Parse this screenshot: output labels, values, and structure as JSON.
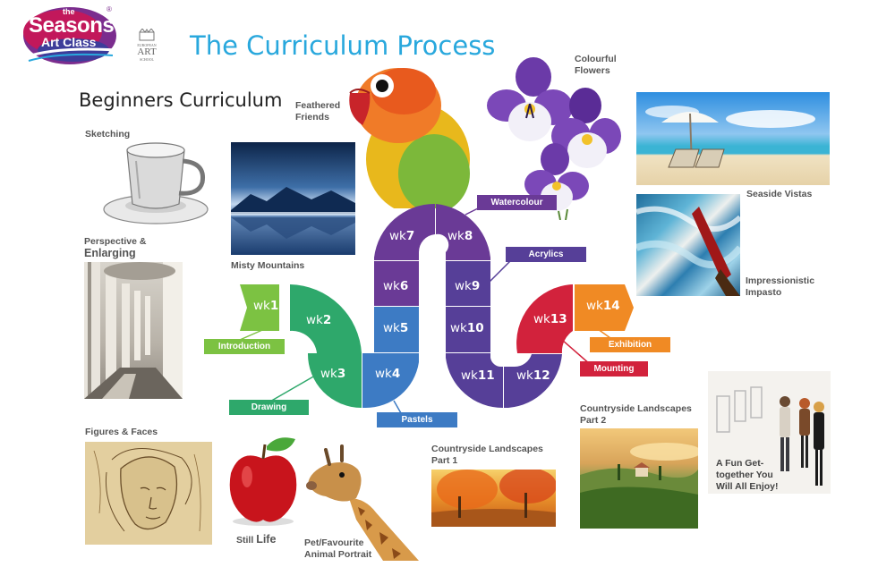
{
  "header": {
    "logo_line1": "the",
    "logo_line2": "Seasons",
    "logo_line3": "Art Class",
    "logo_mark": "®",
    "school_line1": "EUROPEAN",
    "school_line2": "ART",
    "school_line3": "SCHOOL",
    "title": "The Curriculum Process",
    "subtitle": "Beginners Curriculum"
  },
  "labels": {
    "sketching": "Sketching",
    "perspective_1": "Perspective &",
    "perspective_2": "Enlarging",
    "figures": "Figures & Faces",
    "misty": "Misty Mountains",
    "feathered_1": "Feathered",
    "feathered_2": "Friends",
    "flowers_1": "Colourful",
    "flowers_2": "Flowers",
    "seaside": "Seaside Vistas",
    "impasto_1": "Impressionistic",
    "impasto_2": "Impasto",
    "still_1": "Still",
    "still_2": "Life",
    "pet_1": "Pet/Favourite",
    "pet_2": "Animal Portrait",
    "cl1_1": "Countryside Landscapes",
    "cl1_2": "Part 1",
    "cl2_1": "Countryside Landscapes",
    "cl2_2": "Part 2",
    "fun_1": "A Fun Get-",
    "fun_2": "together You",
    "fun_3": "Will All Enjoy!"
  },
  "tags": {
    "introduction": "Introduction",
    "drawing": "Drawing",
    "pastels": "Pastels",
    "watercolour": "Watercolour",
    "acrylics": "Acrylics",
    "mounting": "Mounting",
    "exhibition": "Exhibition"
  },
  "weeks": {
    "prefix": "wk",
    "w1": "1",
    "w2": "2",
    "w3": "3",
    "w4": "4",
    "w5": "5",
    "w6": "6",
    "w7": "7",
    "w8": "8",
    "w9": "9",
    "w10": "10",
    "w11": "11",
    "w12": "12",
    "w13": "13",
    "w14": "14"
  },
  "colors": {
    "title": "#29a8dd",
    "green_light": "#7cc242",
    "green": "#2ea86b",
    "blue": "#3d7bc4",
    "purple": "#6a3a96",
    "indigo": "#563f98",
    "red": "#d2223c",
    "orange": "#f08a24"
  }
}
